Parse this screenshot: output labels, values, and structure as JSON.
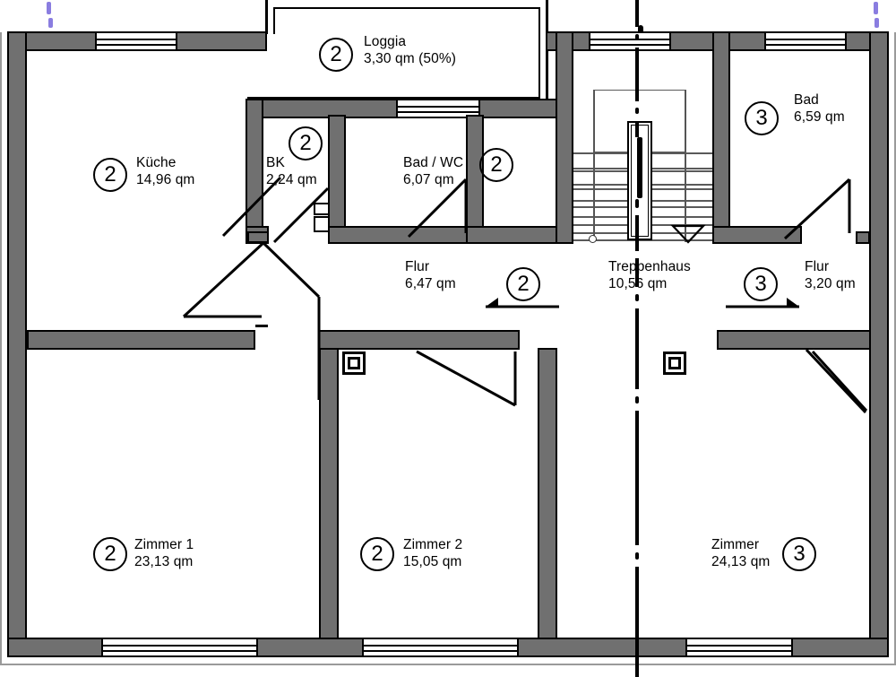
{
  "drawing": {
    "type": "architectural-floor-plan",
    "unit": "qm",
    "colors": {
      "wall_fill": "#707070",
      "outline": "#000000",
      "background": "#ffffff",
      "stair_line": "#5a5a5a",
      "registration_mark": "#8a7de0"
    }
  },
  "rooms": [
    {
      "id": "loggia",
      "name": "Loggia",
      "area": "3,30 qm (50%)",
      "unit_badge": "2"
    },
    {
      "id": "kueche",
      "name": "Küche",
      "area": "14,96 qm",
      "unit_badge": "2"
    },
    {
      "id": "bk",
      "name": "BK",
      "area": "2,24 qm",
      "unit_badge": "2"
    },
    {
      "id": "bad-wc",
      "name": "Bad / WC",
      "area": "6,07 qm",
      "unit_badge": "2"
    },
    {
      "id": "bad",
      "name": "Bad",
      "area": "6,59 qm",
      "unit_badge": "3"
    },
    {
      "id": "flur-mitte",
      "name": "Flur",
      "area": "6,47 qm",
      "unit_badge": "2"
    },
    {
      "id": "treppenhaus",
      "name": "Treppenhaus",
      "area": "10,56 qm",
      "unit_badge": ""
    },
    {
      "id": "flur-rechts",
      "name": "Flur",
      "area": "3,20 qm",
      "unit_badge": "3"
    },
    {
      "id": "zimmer-1",
      "name": "Zimmer 1",
      "area": "23,13 qm",
      "unit_badge": "2"
    },
    {
      "id": "zimmer-2",
      "name": "Zimmer 2",
      "area": "15,05 qm",
      "unit_badge": "2"
    },
    {
      "id": "zimmer-3",
      "name": "Zimmer",
      "area": "24,13 qm",
      "unit_badge": "3"
    }
  ],
  "badges": {
    "unit2": "2",
    "unit3": "3"
  }
}
